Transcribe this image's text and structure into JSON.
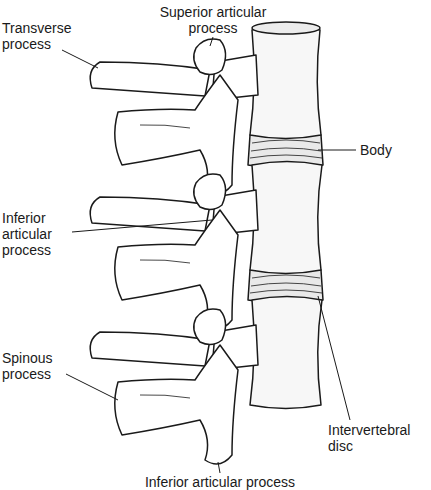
{
  "diagram": {
    "labels": [
      "Superior articular process",
      "Transverse process",
      "Body",
      "Inferior articular process",
      "Spinous process",
      "Intervertebral disc",
      "Inferior articular process"
    ]
  }
}
